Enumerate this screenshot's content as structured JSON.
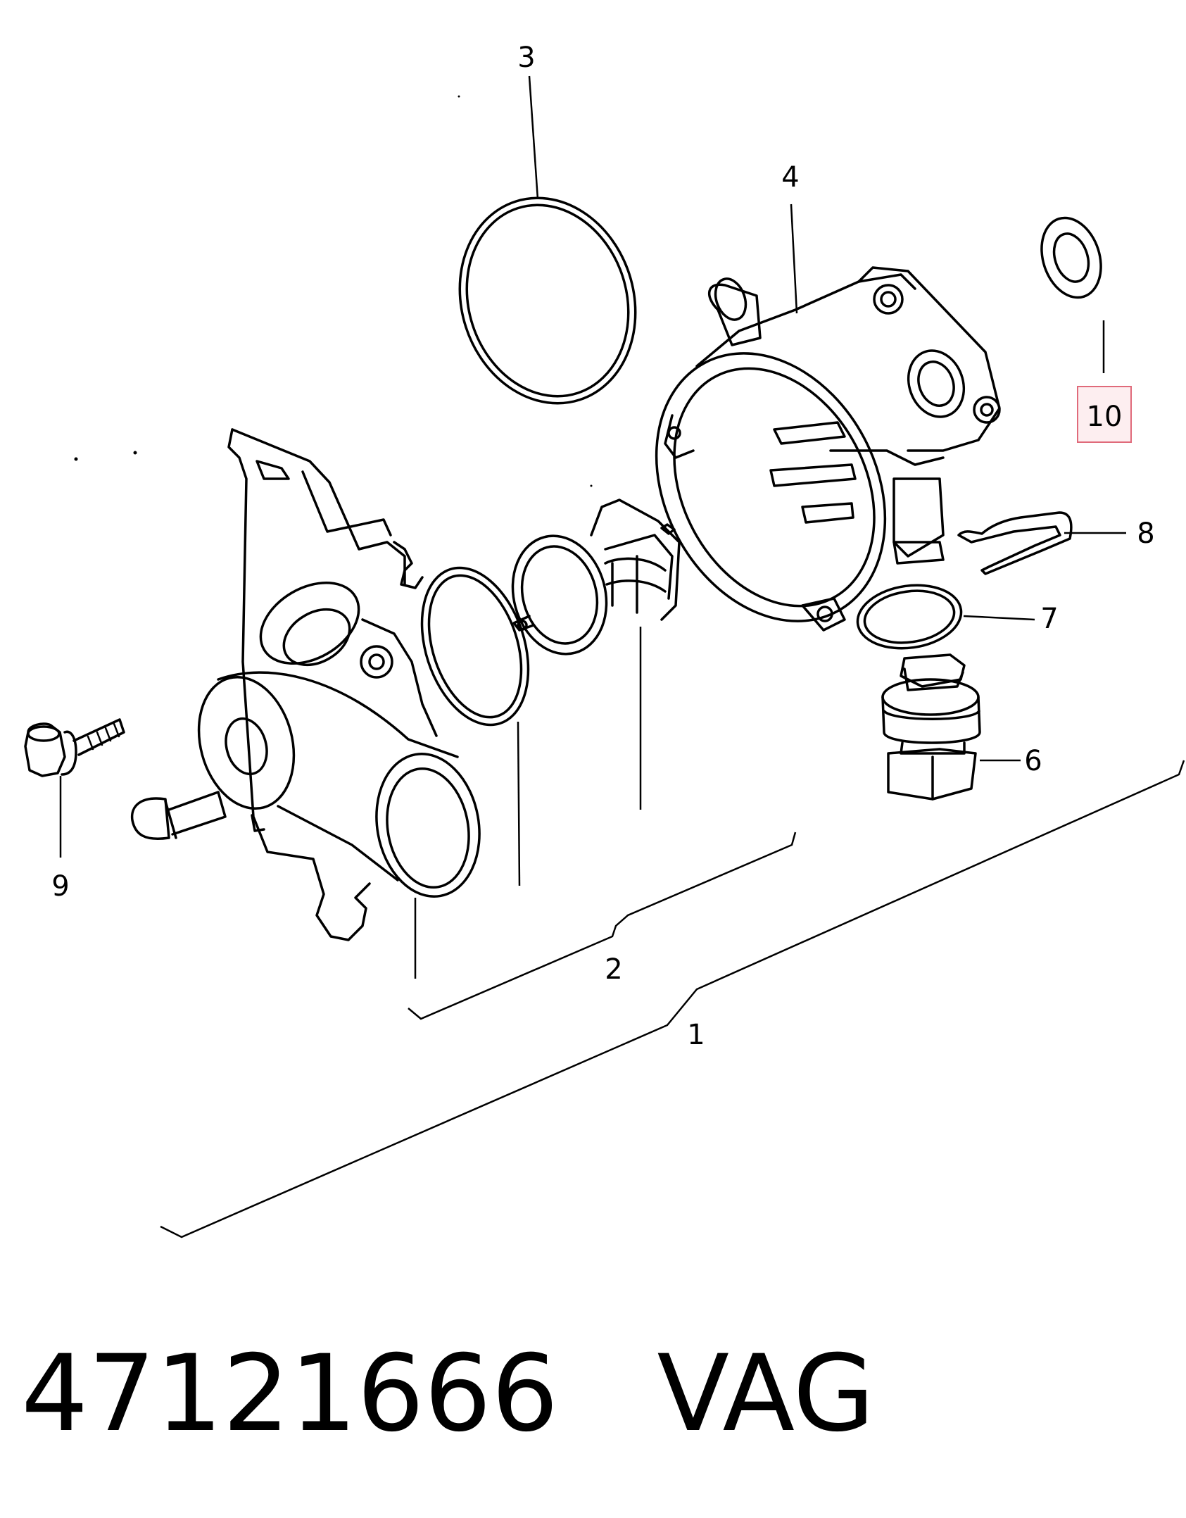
{
  "diagram": {
    "callouts": [
      {
        "id": "1",
        "label": "1"
      },
      {
        "id": "2",
        "label": "2"
      },
      {
        "id": "3",
        "label": "3"
      },
      {
        "id": "4",
        "label": "4"
      },
      {
        "id": "6",
        "label": "6"
      },
      {
        "id": "7",
        "label": "7"
      },
      {
        "id": "8",
        "label": "8"
      },
      {
        "id": "9",
        "label": "9"
      },
      {
        "id": "10",
        "label": "10",
        "highlighted": true
      }
    ],
    "highlight_color": "#e06a7a",
    "highlight_fill": "#fdeef0"
  },
  "caption": {
    "part_number": "47121666",
    "brand": "VAG"
  }
}
